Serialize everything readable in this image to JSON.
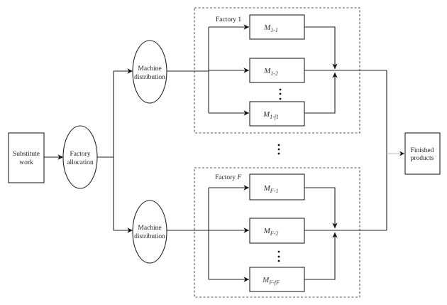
{
  "diagram": {
    "input": {
      "line1": "Substitute",
      "line2": "work"
    },
    "factory_allocation": {
      "line1": "Factory",
      "line2": "allocation"
    },
    "machine_distribution_1": {
      "line1": "Machine",
      "line2": "distribution"
    },
    "machine_distribution_F": {
      "line1": "Machine",
      "line2": "distribution"
    },
    "output": {
      "line1": "Finished",
      "line2": "products"
    },
    "factory_1": {
      "label_prefix": "Factory ",
      "label_index": "1",
      "machines": [
        {
          "base": "M",
          "sub": "1-1"
        },
        {
          "base": "M",
          "sub": "1-2"
        },
        {
          "base": "M",
          "sub": "1-f1"
        }
      ]
    },
    "factory_F": {
      "label_prefix": "Factory ",
      "label_index": "F",
      "machines": [
        {
          "base": "M",
          "sub": "F-1"
        },
        {
          "base": "M",
          "sub": "F-2"
        },
        {
          "base": "M",
          "sub": "F-fF"
        }
      ]
    },
    "ellipsis": "⋮"
  }
}
